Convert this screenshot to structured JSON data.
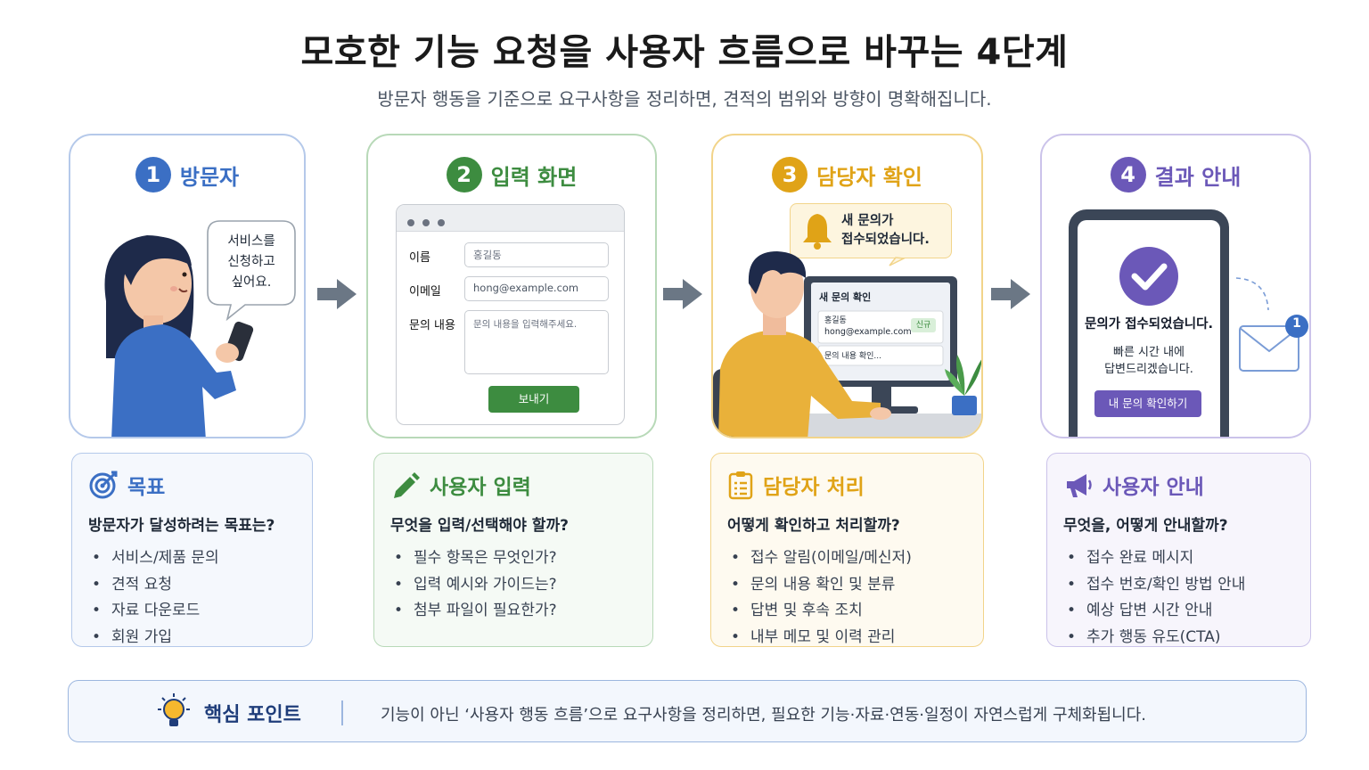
{
  "title": "모호한 기능 요청을 사용자 흐름으로 바꾸는 4단계",
  "subtitle": "방문자 행동을 기준으로 요구사항을 정리하면, 견적의 범위와 방향이 명확해집니다.",
  "colors": {
    "blue": "#3b6fc4",
    "green": "#3d8c40",
    "amber": "#e0a317",
    "purple": "#6b58b8"
  },
  "steps": [
    {
      "num": "1",
      "title": "방문자",
      "bubble": [
        "서비스를",
        "신청하고",
        "싶어요."
      ]
    },
    {
      "num": "2",
      "title": "입력 화면",
      "form": {
        "name_label": "이름",
        "name_value": "홍길동",
        "email_label": "이메일",
        "email_value": "hong@example.com",
        "msg_label": "문의 내용",
        "msg_placeholder": "문의 내용을 입력해주세요.",
        "submit": "보내기"
      }
    },
    {
      "num": "3",
      "title": "담당자 확인",
      "notice": [
        "새 문의가",
        "접수되었습니다."
      ],
      "screen": {
        "title": "새 문의 확인",
        "name": "홍길동",
        "email": "hong@example.com",
        "badge": "신규",
        "row2": "문의 내용 확인..."
      }
    },
    {
      "num": "4",
      "title": "결과 안내",
      "phone": {
        "headline": "문의가 접수되었습니다.",
        "line1": "빠른 시간 내에",
        "line2": "답변드리겠습니다.",
        "button": "내 문의 확인하기"
      },
      "mail_badge": "1"
    }
  ],
  "info": [
    {
      "title": "목표",
      "question": "방문자가 달성하려는 목표는?",
      "items": [
        "서비스/제품 문의",
        "견적 요청",
        "자료 다운로드",
        "회원 가입"
      ]
    },
    {
      "title": "사용자 입력",
      "question": "무엇을 입력/선택해야 할까?",
      "items": [
        "필수 항목은 무엇인가?",
        "입력 예시와 가이드는?",
        "첨부 파일이 필요한가?"
      ]
    },
    {
      "title": "담당자 처리",
      "question": "어떻게 확인하고 처리할까?",
      "items": [
        "접수 알림(이메일/메신저)",
        "문의 내용 확인 및 분류",
        "답변 및 후속 조치",
        "내부 메모 및 이력 관리"
      ]
    },
    {
      "title": "사용자 안내",
      "question": "무엇을, 어떻게 안내할까?",
      "items": [
        "접수 완료 메시지",
        "접수 번호/확인 방법 안내",
        "예상 답변 시간 안내",
        "추가 행동 유도(CTA)"
      ]
    }
  ],
  "key": {
    "label": "핵심 포인트",
    "text": "기능이 아닌 ‘사용자 행동 흐름’으로 요구사항을 정리하면, 필요한 기능·자료·연동·일정이 자연스럽게 구체화됩니다."
  }
}
